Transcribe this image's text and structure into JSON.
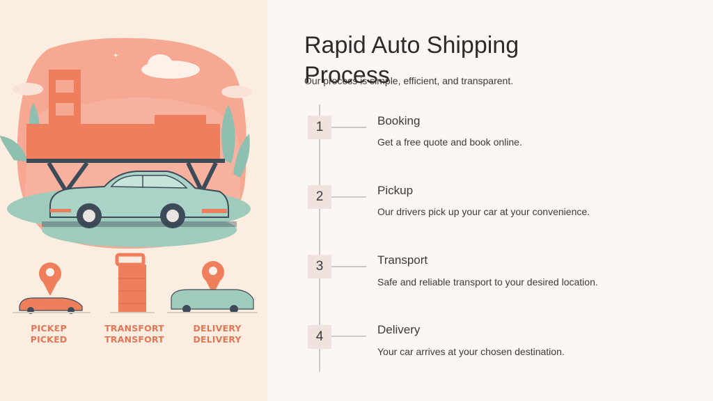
{
  "illustration": {
    "labels": [
      {
        "line1": "PICKƐP",
        "line2": "PICKED"
      },
      {
        "line1": "TRANSFORT",
        "line2": "TRANSFORT"
      },
      {
        "line1": "DELIVERY",
        "line2": "DELIVERY"
      }
    ],
    "colors": {
      "coral": "#ef7f5c",
      "mint": "#9fcbbd",
      "background": "#fbeee0"
    }
  },
  "header": {
    "title": "Rapid Auto Shipping Process",
    "subtitle": "Our process is simple, efficient, and transparent."
  },
  "steps": [
    {
      "number": "1",
      "title": "Booking",
      "description": "Get a free quote and book online."
    },
    {
      "number": "2",
      "title": "Pickup",
      "description": "Our drivers pick up your car at your convenience."
    },
    {
      "number": "3",
      "title": "Transport",
      "description": "Safe and reliable transport to your desired location."
    },
    {
      "number": "4",
      "title": "Delivery",
      "description": "Your car arrives at your chosen destination."
    }
  ]
}
